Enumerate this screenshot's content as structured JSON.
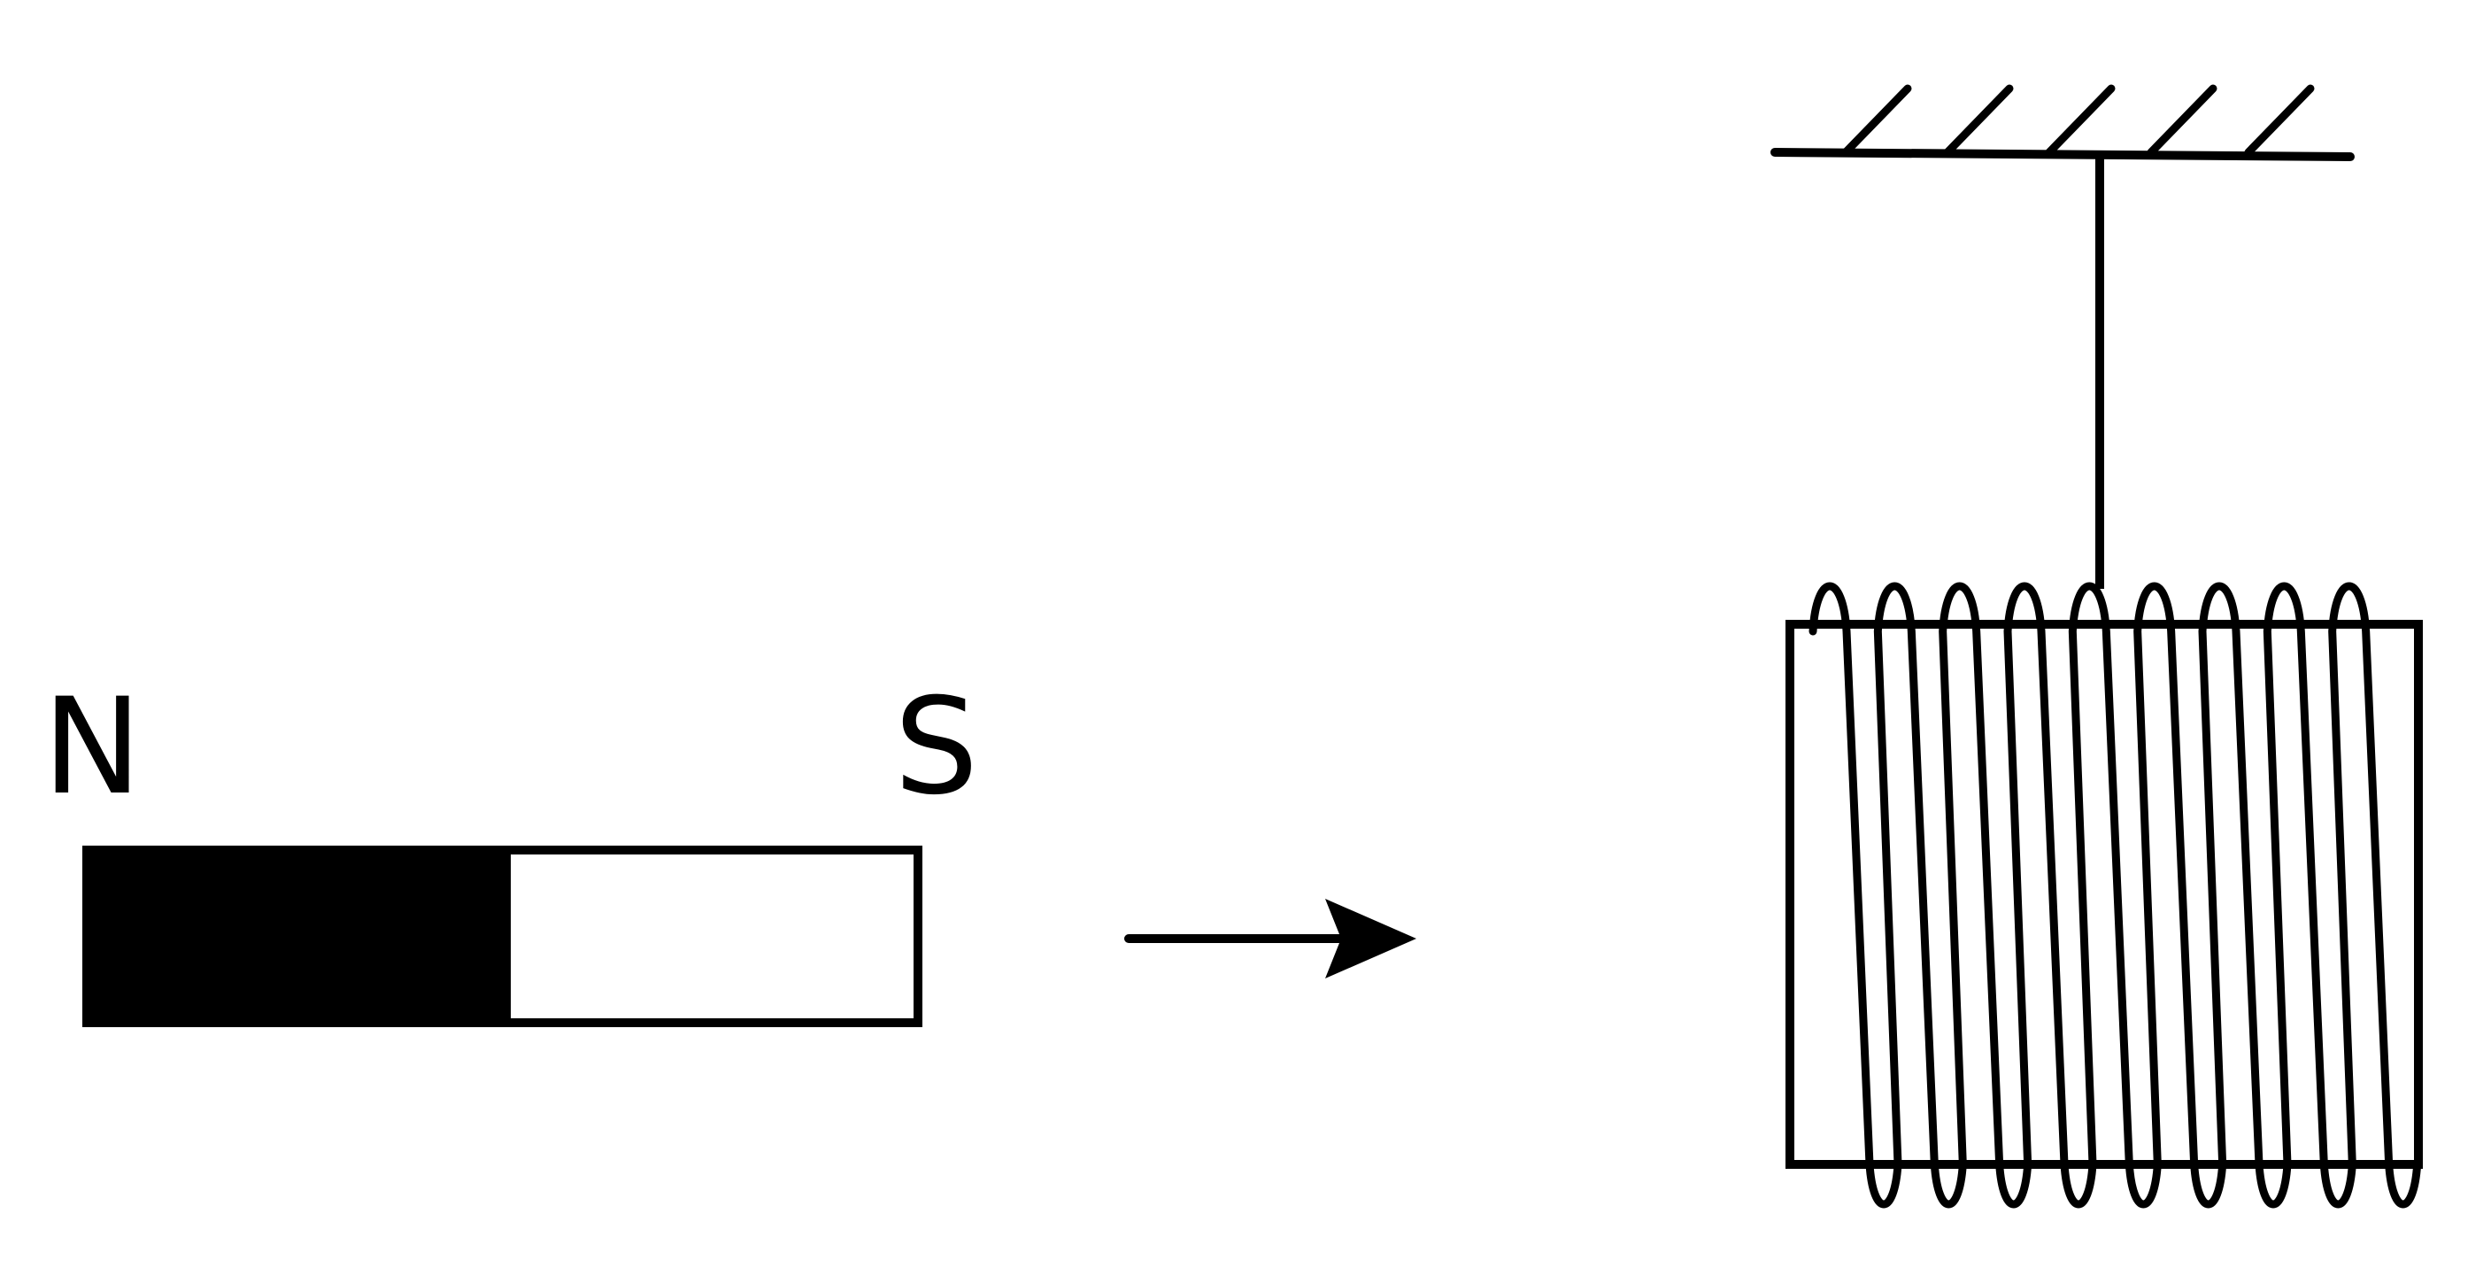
{
  "magnet": {
    "north_label": "N",
    "south_label": "S",
    "north_color": "#000000",
    "south_color": "#ffffff"
  },
  "motion_arrow": {
    "direction": "right"
  },
  "coil": {
    "turns": 9,
    "suspended_from": "ceiling"
  },
  "stroke_color": "#000000"
}
